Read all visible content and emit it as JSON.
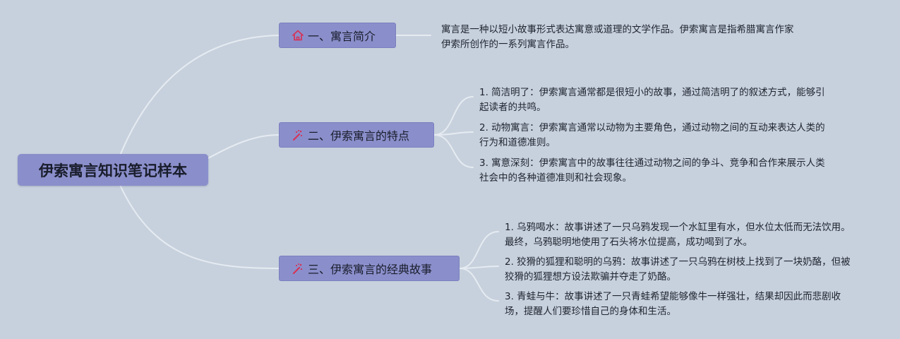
{
  "root": {
    "title": "伊索寓言知识笔记样本"
  },
  "branches": [
    {
      "title": "一、寓言简介",
      "icon": "home-icon",
      "items": [
        "寓言是一种以短小故事形式表达寓意或道理的文学作品。伊索寓言是指希腊寓言作家伊索所创作的一系列寓言作品。"
      ]
    },
    {
      "title": "二、伊索寓言的特点",
      "icon": "magic-wand-icon",
      "items": [
        "1. 简洁明了：伊索寓言通常都是很短小的故事，通过简洁明了的叙述方式，能够引起读者的共鸣。",
        "2. 动物寓言：伊索寓言通常以动物为主要角色，通过动物之间的互动来表达人类的行为和道德准则。",
        "3. 寓意深刻：伊索寓言中的故事往往通过动物之间的争斗、竞争和合作来展示人类社会中的各种道德准则和社会现象。"
      ]
    },
    {
      "title": "三、伊索寓言的经典故事",
      "icon": "magic-wand-icon",
      "items": [
        "1. 乌鸦喝水：故事讲述了一只乌鸦发现一个水缸里有水，但水位太低而无法饮用。最终，乌鸦聪明地使用了石头将水位提高，成功喝到了水。",
        "2. 狡猾的狐狸和聪明的乌鸦：故事讲述了一只乌鸦在树枝上找到了一块奶酪，但被狡猾的狐狸想方设法欺骗并夺走了奶酪。",
        "3. 青蛙与牛：故事讲述了一只青蛙希望能够像牛一样强壮，结果却因此而悲剧收场，提醒人们要珍惜自己的身体和生活。"
      ]
    }
  ],
  "colors": {
    "background": "#c7d1dd",
    "node_fill": "#8a8fcb",
    "connector": "#e6ebf1",
    "icon_accent": "#d4355a"
  }
}
